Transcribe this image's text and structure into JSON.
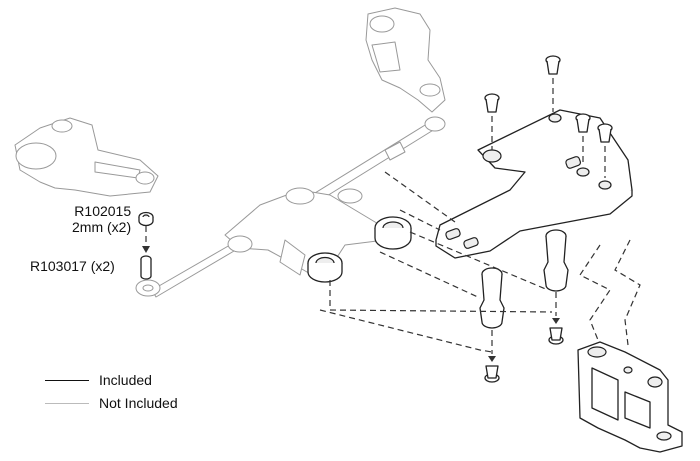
{
  "parts": [
    {
      "code": "R102015",
      "detail": "2mm (x2)"
    },
    {
      "code": "R103017 (x2)"
    }
  ],
  "legend": [
    {
      "label": "Included",
      "color": "#111111"
    },
    {
      "label": "Not Included",
      "color": "#bbbbbb"
    }
  ]
}
